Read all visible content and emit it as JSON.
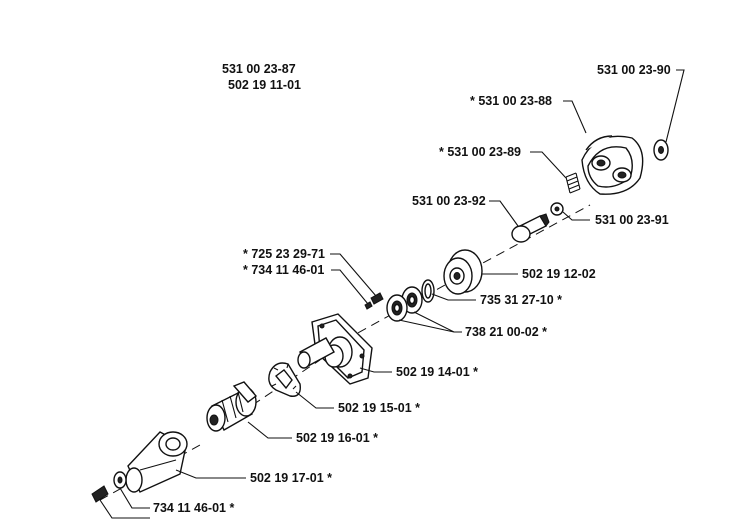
{
  "header_numbers": [
    "531 00 23-87",
    "502 19 11-01"
  ],
  "callouts": {
    "p_531_00_23_90": "531 00 23-90",
    "p_531_00_23_88": "* 531 00 23-88",
    "p_531_00_23_89": "* 531 00 23-89",
    "p_531_00_23_92": "531 00 23-92",
    "p_531_00_23_91": "531 00 23-91",
    "p_725_23_29_71": "* 725 23 29-71",
    "p_734_11_46_01_top": "* 734 11 46-01",
    "p_502_19_12_02": "502 19 12-02",
    "p_735_31_27_10": "735 31 27-10 *",
    "p_738_21_00_02": "738 21 00-02 *",
    "p_502_19_14_01": "502 19 14-01 *",
    "p_502_19_15_01": "502 19 15-01 *",
    "p_502_19_16_01": "502 19 16-01 *",
    "p_502_19_17_01": "502 19 17-01 *",
    "p_734_11_46_01_bottom": "734 11 46-01 *"
  }
}
